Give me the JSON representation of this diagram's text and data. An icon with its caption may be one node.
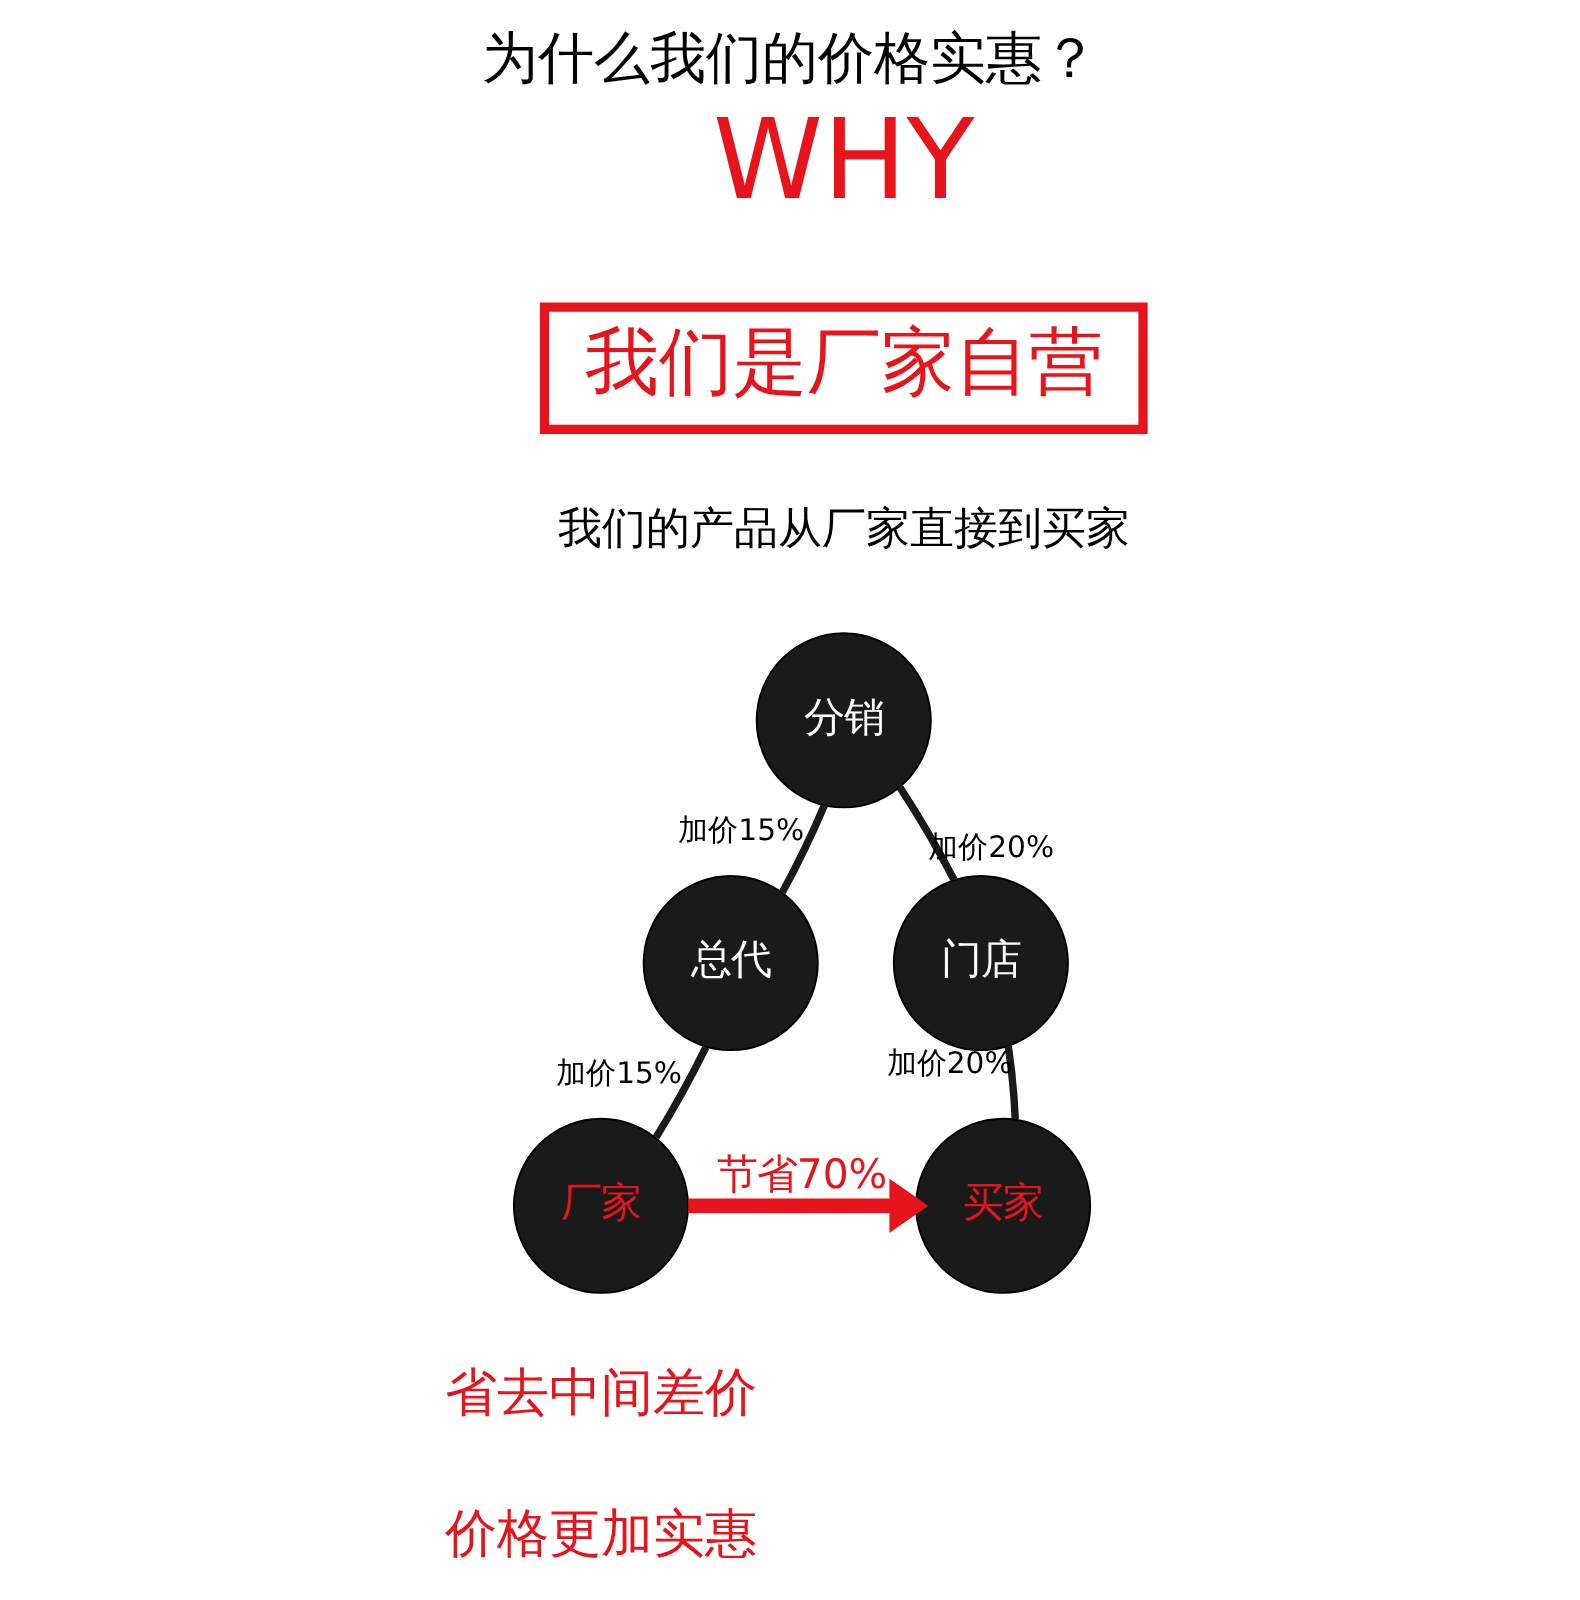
{
  "diagram": {
    "title": "为什么我们的价格实惠？",
    "nodes": [
      {
        "text": [
          "我们是厂家自营"
        ]
      },
      {
        "text": [
          "厂家"
        ]
      },
      {
        "text": [
          "总代"
        ]
      },
      {
        "text": [
          "分销"
        ]
      },
      {
        "text": [
          "门店"
        ]
      },
      {
        "text": [
          "买家"
        ]
      }
    ],
    "edges": [
      {
        "from": 1,
        "to": 2,
        "arrow": "none",
        "label": "加价15%"
      },
      {
        "from": 2,
        "to": 3,
        "arrow": "none",
        "label": "加价15%"
      },
      {
        "from": 3,
        "to": 4,
        "arrow": "none",
        "label": "加价20%"
      },
      {
        "from": 4,
        "to": 5,
        "arrow": "none",
        "label": "加价20%"
      },
      {
        "from": 1,
        "to": 5,
        "arrow": "to",
        "label": "节省70%",
        "style": "thick",
        "color": "#e8141b"
      }
    ],
    "labels": [
      "WHY",
      "我们的产品从厂家直接到买家",
      "省去中间差价",
      "价格更加实惠"
    ]
  }
}
